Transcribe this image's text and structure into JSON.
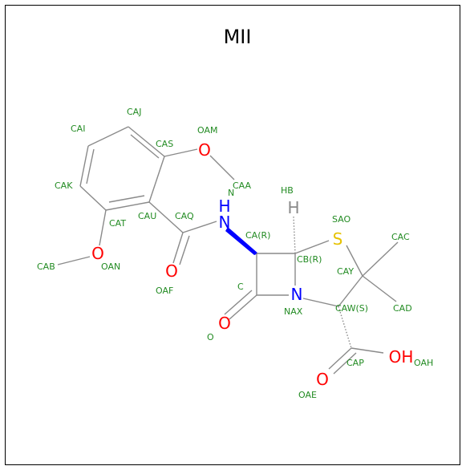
{
  "title": "MII",
  "colors": {
    "frame": "#000000",
    "bond": "#8a8a8a",
    "carbon_label": "#228b22",
    "oxygen": "#ff0000",
    "nitrogen": "#0000ff",
    "sulfur": "#e6c200",
    "hydrogen": "#8a8a8a"
  },
  "elements": {
    "o_am": "O",
    "o_an": "O",
    "o_af": "O",
    "o_c": "O",
    "o_ae": "O",
    "oh": "OH",
    "n_h": "N",
    "n_h_h": "H",
    "n_ax": "N",
    "s": "S",
    "h_b": "H"
  },
  "atom_labels": {
    "caj": "CAJ",
    "cai": "CAI",
    "cas": "CAS",
    "oam": "OAM",
    "cak": "CAK",
    "caa": "CAA",
    "n_small": "N",
    "hb": "HB",
    "cau": "CAU",
    "caq": "CAQ",
    "cat": "CAT",
    "sao": "SAO",
    "cac": "CAC",
    "ca_r": "CA(R)",
    "cab": "CAB",
    "oan": "OAN",
    "cb_r": "CB(R)",
    "cay": "CAY",
    "oaf": "OAF",
    "c": "C",
    "nax": "NAX",
    "caw_s": "CAW(S)",
    "cad": "CAD",
    "o": "O",
    "cap": "CAP",
    "oah": "OAH",
    "oae": "OAE"
  }
}
